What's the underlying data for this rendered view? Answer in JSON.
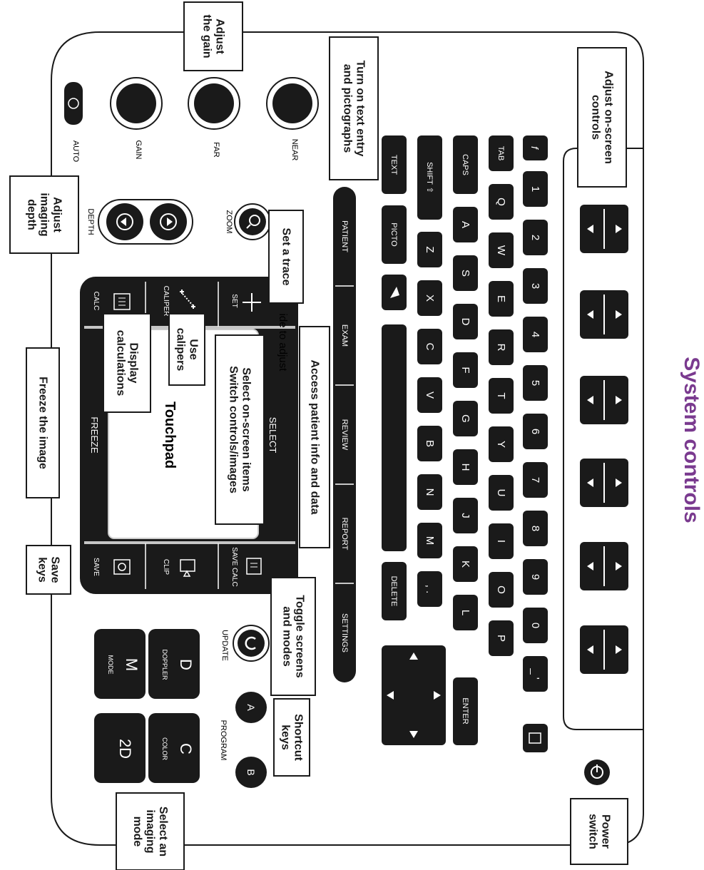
{
  "title": "System controls",
  "colors": {
    "title": "#7a3a8f",
    "key_fill": "#1a1a1a",
    "key_text": "#ffffff",
    "outline": "#1a1a1a",
    "panel": "#ffffff"
  },
  "knob_labels": {
    "auto": "AUTO",
    "gain": "GAIN",
    "far": "FAR",
    "near": "NEAR"
  },
  "depth": {
    "label": "DEPTH",
    "zoom_label": "ZOOM"
  },
  "touchpad": {
    "label": "Touchpad",
    "calc": "CALC",
    "caliper": "CALIPER",
    "set": "SET",
    "select": "SELECT",
    "freeze": "FREEZE",
    "save": "SAVE",
    "clip": "CLIP",
    "save_calc": "SAVE CALC",
    "partial_callout": "ide to adjust"
  },
  "nav_keys": [
    "PATIENT",
    "EXAM",
    "REVIEW",
    "REPORT",
    "SETTINGS"
  ],
  "col_text": {
    "text": "TEXT",
    "picto": "PICTO"
  },
  "col_shift": {
    "shift": "SHIFT ⇧",
    "delete": "DELETE"
  },
  "letters_row1": [
    "Z",
    "X",
    "C",
    "V",
    "B",
    "N",
    "M",
    ", ."
  ],
  "caps": "CAPS",
  "letters_row2": [
    "A",
    "S",
    "D",
    "F",
    "G",
    "H",
    "J",
    "K",
    "L"
  ],
  "enter": "ENTER",
  "tab": "TAB",
  "letters_row3": [
    "Q",
    "W",
    "E",
    "R",
    "T",
    "Y",
    "U",
    "I",
    "O",
    "P"
  ],
  "f_key": "f",
  "number_keys": [
    "1",
    "2",
    "3",
    "4",
    "5",
    "6",
    "7",
    "8",
    "9",
    "0",
    "_ '"
  ],
  "mode_keys": {
    "update": "UPDATE",
    "program": "PROGRAM",
    "a": "A",
    "b": "B",
    "d": "D",
    "doppler": "DOPPLER",
    "m": "M",
    "mode": "MODE",
    "c": "C",
    "color": "COLOR",
    "twod": "2D"
  },
  "callouts": {
    "gain": "Adjust the gain",
    "text_entry": "Turn on text entry and pictographs",
    "onscreen": "Adjust on-screen controls",
    "depth": "Adjust imaging depth",
    "trace": "Set a trace",
    "patient": "Access patient info and data",
    "select": "Select on-screen items Switch controls/images",
    "calipers": "Use calipers",
    "calculations": "Display calculations",
    "freeze": "Freeze the image",
    "save": "Save keys",
    "toggle": "Toggle screens and modes",
    "shortcut": "Shortcut keys",
    "imaging_mode": "Select an imaging mode",
    "power": "Power switch"
  }
}
